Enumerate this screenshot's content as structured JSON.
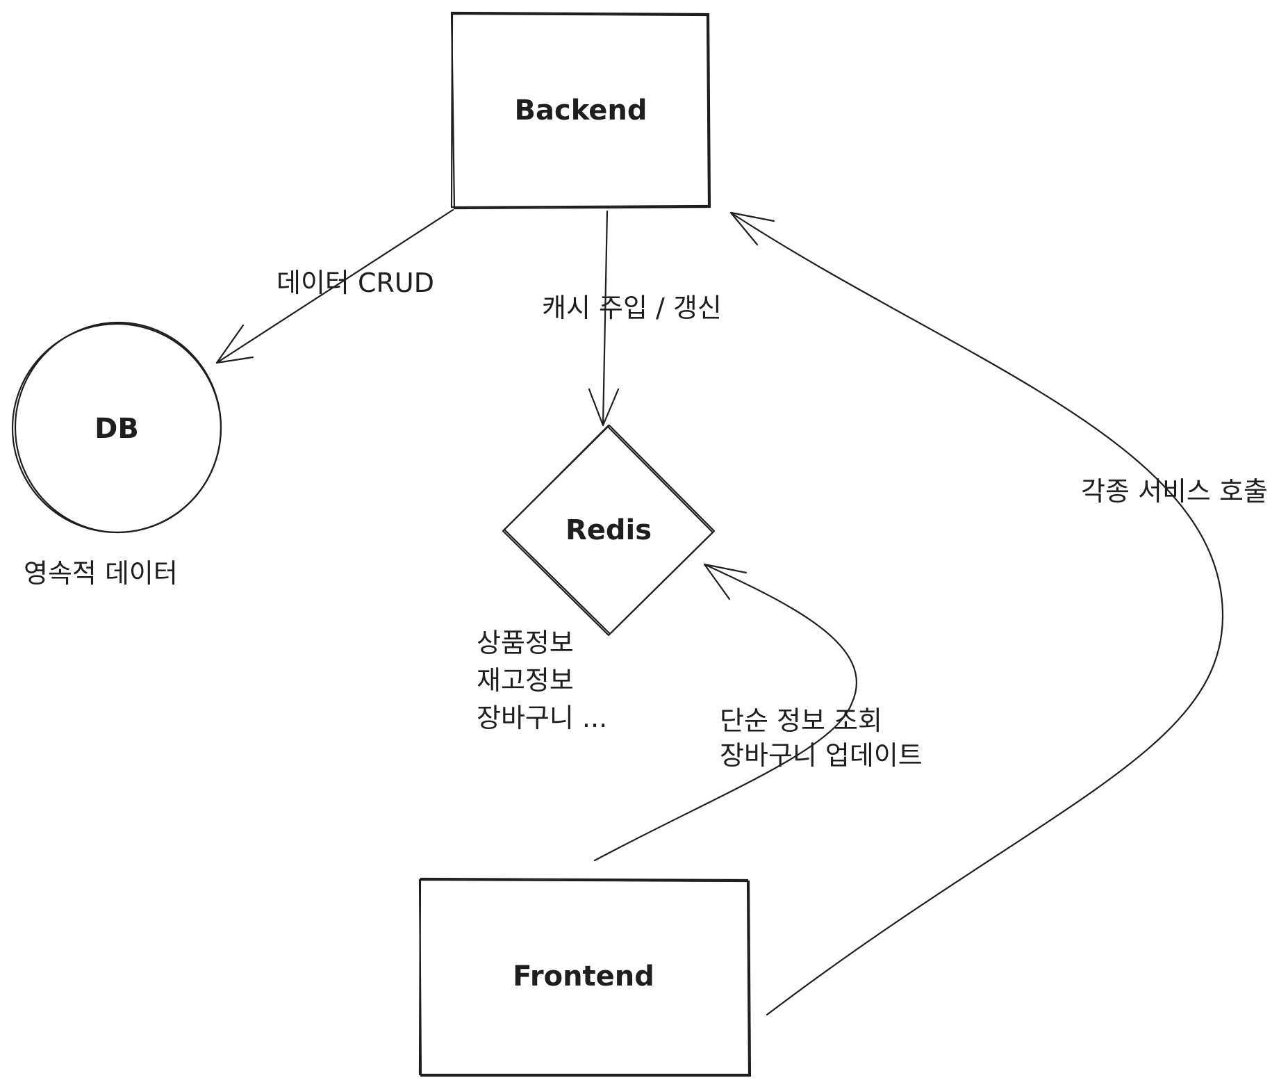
{
  "nodes": {
    "backend": {
      "label": "Backend"
    },
    "db": {
      "label": "DB",
      "note": "영속적 데이터"
    },
    "redis": {
      "label": "Redis",
      "notes": [
        "상품정보",
        "재고정보",
        "장바구니 ..."
      ]
    },
    "frontend": {
      "label": "Frontend"
    }
  },
  "edges": {
    "backend_db": {
      "label": "데이터 CRUD"
    },
    "backend_redis": {
      "label": "캐시 주입 / 갱신"
    },
    "frontend_redis": {
      "lines": [
        "단순 정보 조회",
        "장바구니 업데이트"
      ]
    },
    "frontend_backend": {
      "label": "각종 서비스 호출"
    }
  }
}
